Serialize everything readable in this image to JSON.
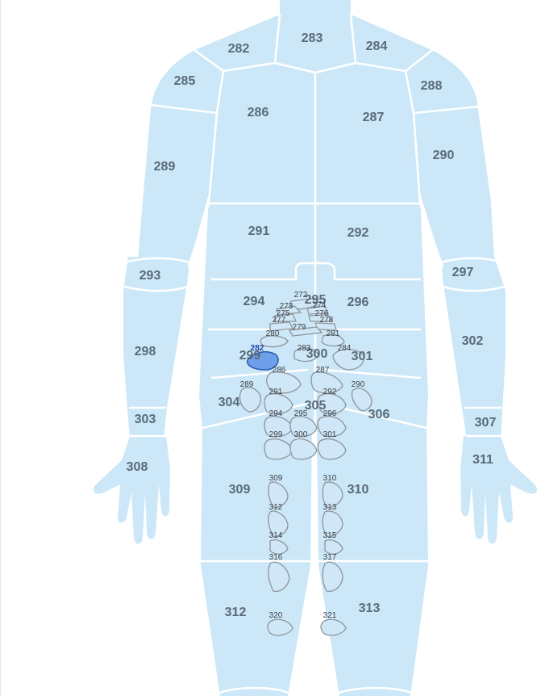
{
  "colors": {
    "body": "#cce8f8",
    "segment_line": "#ffffff",
    "organ_fill": "#cfe7f6",
    "organ_stroke": "#8e959c",
    "selected_fill": "#6f9fe8",
    "selected_stroke": "#2f5fb5"
  },
  "regions": [
    {
      "id": "r282",
      "label": "282"
    },
    {
      "id": "r283",
      "label": "283"
    },
    {
      "id": "r284",
      "label": "284"
    },
    {
      "id": "r285",
      "label": "285"
    },
    {
      "id": "r286",
      "label": "286"
    },
    {
      "id": "r287",
      "label": "287"
    },
    {
      "id": "r288",
      "label": "288"
    },
    {
      "id": "r289",
      "label": "289"
    },
    {
      "id": "r290",
      "label": "290"
    },
    {
      "id": "r291",
      "label": "291"
    },
    {
      "id": "r292",
      "label": "292"
    },
    {
      "id": "r293",
      "label": "293"
    },
    {
      "id": "r294",
      "label": "294"
    },
    {
      "id": "r295",
      "label": "295"
    },
    {
      "id": "r296",
      "label": "296"
    },
    {
      "id": "r297",
      "label": "297"
    },
    {
      "id": "r298",
      "label": "298"
    },
    {
      "id": "r299",
      "label": "299"
    },
    {
      "id": "r300",
      "label": "300"
    },
    {
      "id": "r301",
      "label": "301"
    },
    {
      "id": "r302",
      "label": "302"
    },
    {
      "id": "r303",
      "label": "303"
    },
    {
      "id": "r304",
      "label": "304"
    },
    {
      "id": "r305",
      "label": "305"
    },
    {
      "id": "r306",
      "label": "306"
    },
    {
      "id": "r307",
      "label": "307"
    },
    {
      "id": "r308",
      "label": "308"
    },
    {
      "id": "r309",
      "label": "309"
    },
    {
      "id": "r310",
      "label": "310"
    },
    {
      "id": "r311",
      "label": "311"
    },
    {
      "id": "r312",
      "label": "312"
    },
    {
      "id": "r313",
      "label": "313"
    }
  ],
  "organs": [
    {
      "id": "o272",
      "label": "272",
      "selected": false
    },
    {
      "id": "o273",
      "label": "273",
      "selected": false
    },
    {
      "id": "o274",
      "label": "274",
      "selected": false
    },
    {
      "id": "o275",
      "label": "275",
      "selected": false
    },
    {
      "id": "o276",
      "label": "276",
      "selected": false
    },
    {
      "id": "o277",
      "label": "277",
      "selected": false
    },
    {
      "id": "o278",
      "label": "278",
      "selected": false
    },
    {
      "id": "o279",
      "label": "279",
      "selected": false
    },
    {
      "id": "o280",
      "label": "280",
      "selected": false
    },
    {
      "id": "o281",
      "label": "281",
      "selected": false
    },
    {
      "id": "o282",
      "label": "282",
      "selected": true
    },
    {
      "id": "o283",
      "label": "283",
      "selected": false
    },
    {
      "id": "o284",
      "label": "284",
      "selected": false
    },
    {
      "id": "o286",
      "label": "286",
      "selected": false
    },
    {
      "id": "o287",
      "label": "287",
      "selected": false
    },
    {
      "id": "o289",
      "label": "289",
      "selected": false
    },
    {
      "id": "o290",
      "label": "290",
      "selected": false
    },
    {
      "id": "o291",
      "label": "291",
      "selected": false
    },
    {
      "id": "o292",
      "label": "292",
      "selected": false
    },
    {
      "id": "o294",
      "label": "294",
      "selected": false
    },
    {
      "id": "o295",
      "label": "295",
      "selected": false
    },
    {
      "id": "o296",
      "label": "296",
      "selected": false
    },
    {
      "id": "o299",
      "label": "299",
      "selected": false
    },
    {
      "id": "o300",
      "label": "300",
      "selected": false
    },
    {
      "id": "o301",
      "label": "301",
      "selected": false
    },
    {
      "id": "o309",
      "label": "309",
      "selected": false
    },
    {
      "id": "o310",
      "label": "310",
      "selected": false
    },
    {
      "id": "o312",
      "label": "312",
      "selected": false
    },
    {
      "id": "o313",
      "label": "313",
      "selected": false
    },
    {
      "id": "o314",
      "label": "314",
      "selected": false
    },
    {
      "id": "o315",
      "label": "315",
      "selected": false
    },
    {
      "id": "o316",
      "label": "316",
      "selected": false
    },
    {
      "id": "o317",
      "label": "317",
      "selected": false
    },
    {
      "id": "o320",
      "label": "320",
      "selected": false
    },
    {
      "id": "o321",
      "label": "321",
      "selected": false
    }
  ]
}
